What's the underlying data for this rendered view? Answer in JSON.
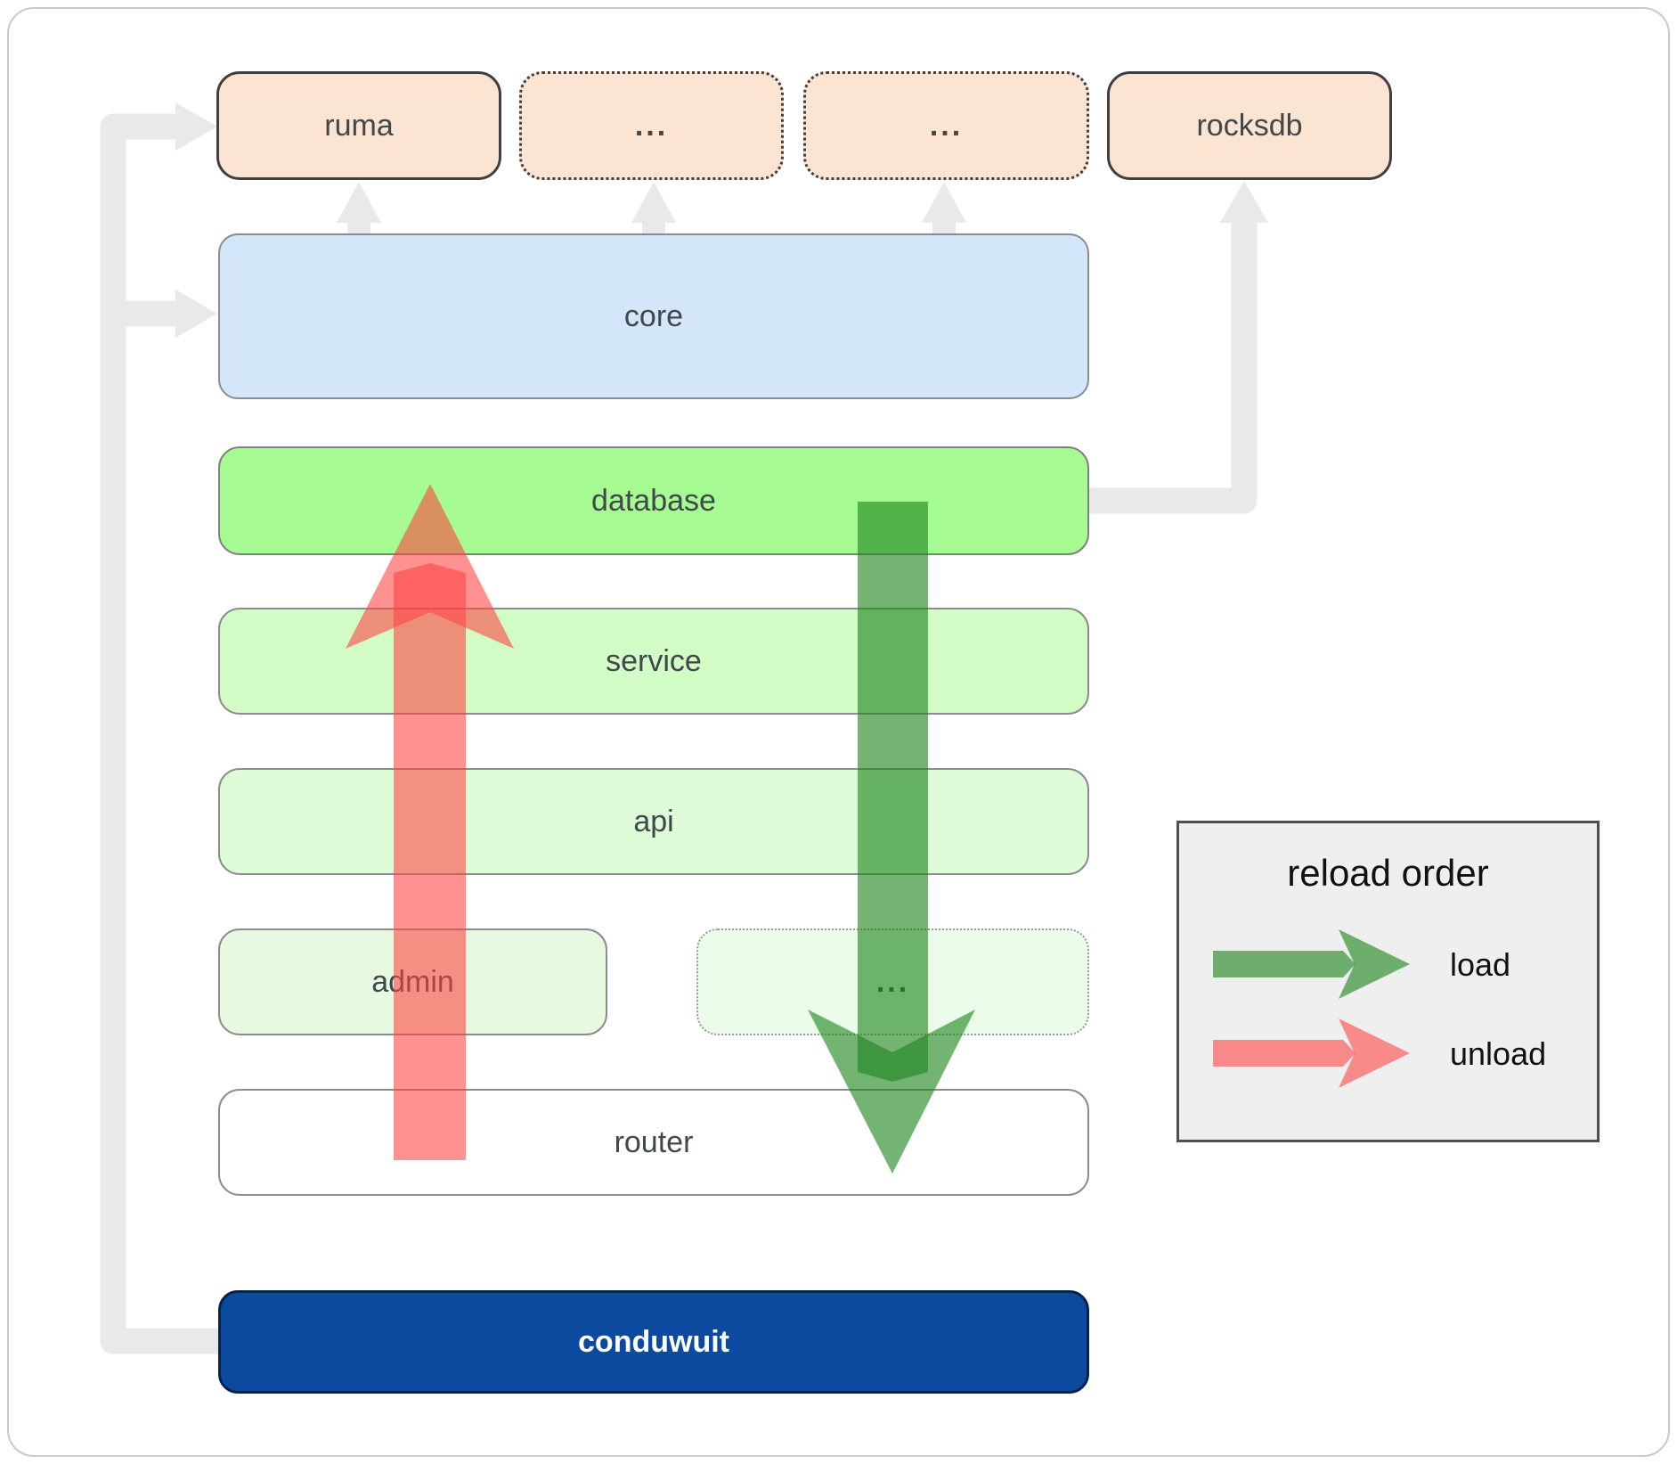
{
  "boxes": {
    "ruma": {
      "label": "ruma"
    },
    "top_dots_1": {
      "label": "..."
    },
    "top_dots_2": {
      "label": "..."
    },
    "rocksdb": {
      "label": "rocksdb"
    },
    "core": {
      "label": "core"
    },
    "database": {
      "label": "database"
    },
    "service": {
      "label": "service"
    },
    "api": {
      "label": "api"
    },
    "admin": {
      "label": "admin"
    },
    "admin_dots": {
      "label": "..."
    },
    "router": {
      "label": "router"
    },
    "conduwuit": {
      "label": "conduwuit"
    }
  },
  "legend": {
    "title": "reload order",
    "items": [
      {
        "icon": "load-arrow-icon",
        "label": "load",
        "color": "#1d861d"
      },
      {
        "icon": "unload-arrow-icon",
        "label": "unload",
        "color": "#ff4141"
      }
    ]
  },
  "colors": {
    "load_arrow": "#1d861d",
    "unload_arrow": "#ff4141",
    "connector_gray": "#e9e9e9",
    "conduwuit_bg": "#0c4aa0",
    "peach_bg": "#fce4d2",
    "core_bg": "#d3e6fa",
    "database_bg": "#a6fb92",
    "legend_bg": "#efefef"
  }
}
